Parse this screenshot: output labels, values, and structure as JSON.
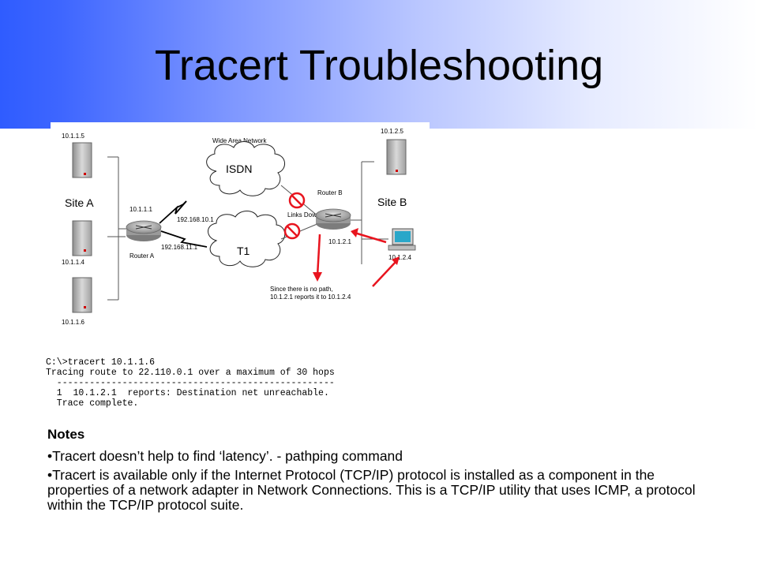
{
  "slide": {
    "title": "Tracert Troubleshooting"
  },
  "diagram": {
    "site_a_label": "Site A",
    "site_b_label": "Site B",
    "wan_label": "Wide Area Network",
    "isdn_label": "ISDN",
    "t1_label": "T1",
    "links_down_label": "Links Down",
    "router_a_label": "Router A",
    "router_b_label": "Router B",
    "host_a1_ip": "10.1.1.5",
    "host_a2_ip": "10.1.1.4",
    "host_a3_ip": "10.1.1.6",
    "router_a_ip": "10.1.1.1",
    "isdn_ip": "192.168.10.1",
    "t1_ip": "192.168.11.1",
    "router_b_ip": "10.1.2.1",
    "host_b_server_ip": "10.1.2.5",
    "host_b_pc_ip": "10.1.2.4",
    "annotation_line1": "Since there is no path,",
    "annotation_line2": "10.1.2.1 reports it to 10.1.2.4",
    "colors": {
      "arrow": "#e8141e",
      "cloud_stroke": "#222222",
      "line": "#555555"
    }
  },
  "terminal": {
    "line1": "C:\\>tracert 10.1.1.6",
    "line2": "Tracing route to 22.110.0.1 over a maximum of 30 hops",
    "line3": "  ---------------------------------------------------",
    "line4": "  1  10.1.2.1  reports: Destination net unreachable.",
    "line5": "  Trace complete."
  },
  "notes": {
    "heading": "Notes",
    "item1": "•Tracert doesn’t help to find ‘latency’. - pathping command",
    "item2": "•Tracert is available only if the Internet Protocol (TCP/IP) protocol is installed as a component in the properties of a network adapter in Network Connections. This is a TCP/IP utility that uses ICMP, a protocol within the TCP/IP protocol suite."
  },
  "colors": {
    "header_gradient_start": "#2f5cff",
    "header_gradient_end": "#ffffff"
  }
}
